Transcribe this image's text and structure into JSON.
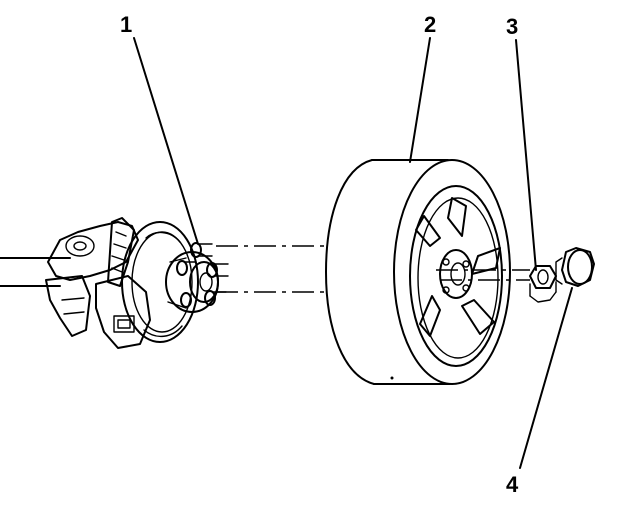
{
  "diagram": {
    "callouts": [
      {
        "number": "1",
        "part": "hub-studs"
      },
      {
        "number": "2",
        "part": "wheel-tire-assembly"
      },
      {
        "number": "3",
        "part": "wheel-nut"
      },
      {
        "number": "4",
        "part": "wheel-nut-cap"
      }
    ]
  }
}
